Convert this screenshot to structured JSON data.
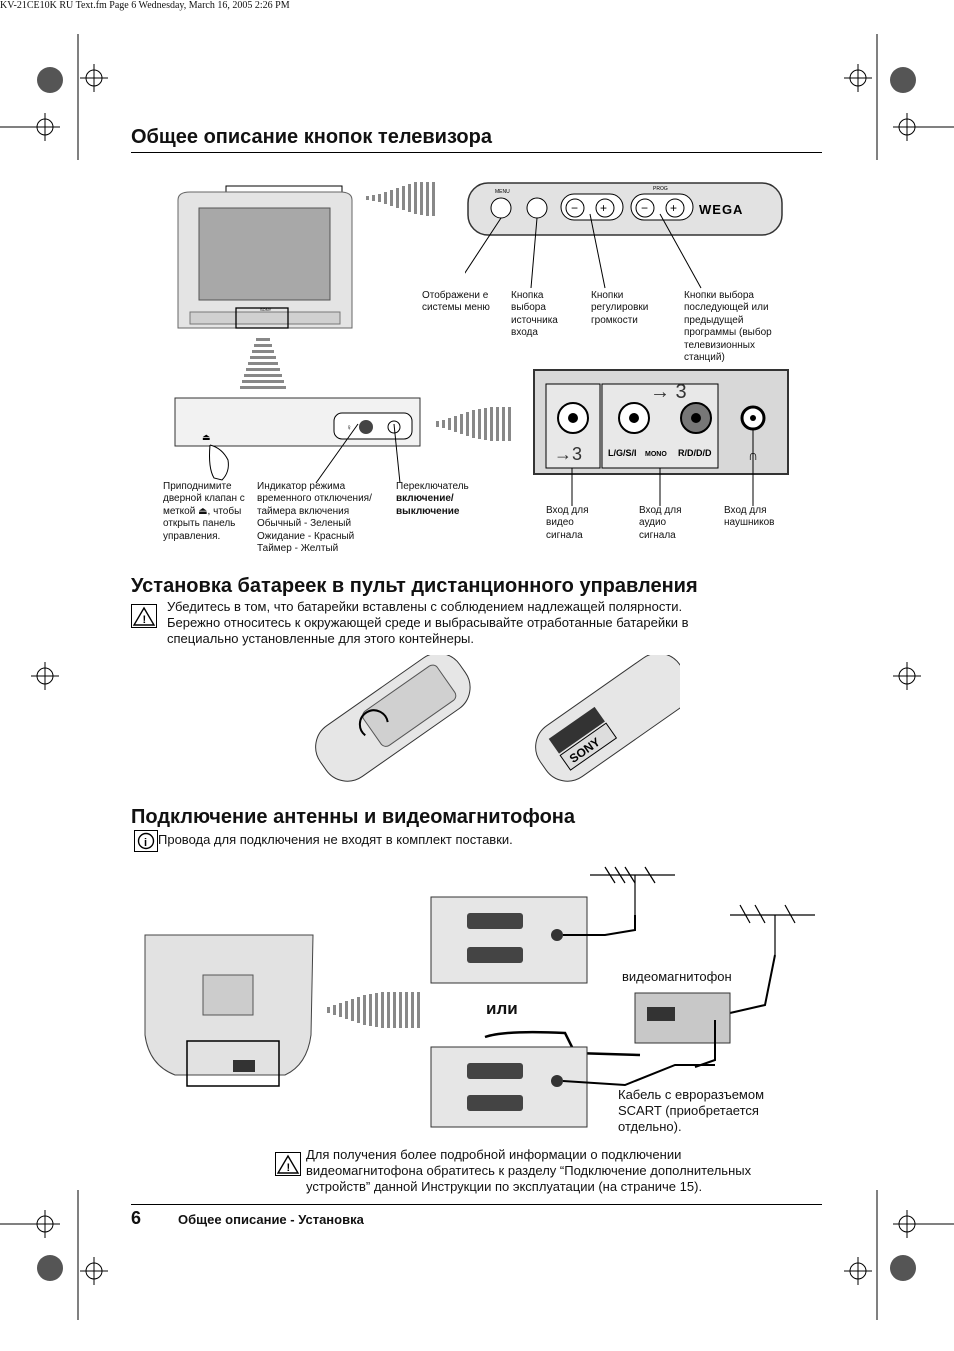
{
  "header_line": "KV-21CE10K RU Text.fm  Page 6  Wednesday, March 16, 2005  2:26 PM",
  "section1": {
    "title": "Общее описание кнопок телевизора",
    "panel_labels": {
      "menu": "MENU",
      "prog": "PROG",
      "brand": "WEGA",
      "set_brand": "SONY"
    },
    "callouts": [
      "Отображени е системы меню",
      "Кнопка выбора источника входа",
      "Кнопки регулировки громкости",
      "Кнопки выбора последующей или предыдущей программы (выбор телевизионных станций)"
    ],
    "flap_text": "Приподнимите дверной клапан с меткой ⏏, чтобы открыть панель управления.",
    "indicator_text": [
      "Индикатор режима",
      "временного отключения/",
      "таймера включения",
      "Обычный - Зеленый",
      "Ожидание - Красный",
      "Таймер - Желтый"
    ],
    "switch_text": {
      "line1": "Переключатель",
      "bold": "включение/ выключение"
    },
    "jack_labels": {
      "video": "3",
      "audio": "L/G/S/I MONO",
      "audio_r": "R/D/D/D",
      "top": "3"
    },
    "inputs": [
      "Вход для видео сигнала",
      "Вход для аудио сигнала",
      "Вход для наушников"
    ]
  },
  "section2": {
    "title": "Установка батареек в пульт дистанционного управления",
    "text": [
      "Убедитесь в том, что батарейки вставлены с соблюдением надлежащей полярности.",
      "Бережно относитесь к окружающей среде и выбрасывайте отработанные батарейки в",
      "специально установленные для этого контейнеры."
    ],
    "battery_brand": "SONY"
  },
  "section3": {
    "title": "Подключение антенны и видеомагнитофона",
    "note": "Провода для подключения не входят в комплект поставки.",
    "vcr_label": "видеомагнитофон",
    "or_label": "или",
    "scart_text": [
      "Кабель с евроразъемом",
      "SCART (приобретается",
      "отдельно)."
    ],
    "warn_text": [
      "Для получения более подробной информации о подключении",
      "видеомагнитофона обратитесь к разделу “Подключение дополнительных",
      "устройств” данной Инструкции по эксплуатации (на страниче 15)."
    ]
  },
  "footer": {
    "page_number": "6",
    "text": "Общее описание - Установка"
  }
}
